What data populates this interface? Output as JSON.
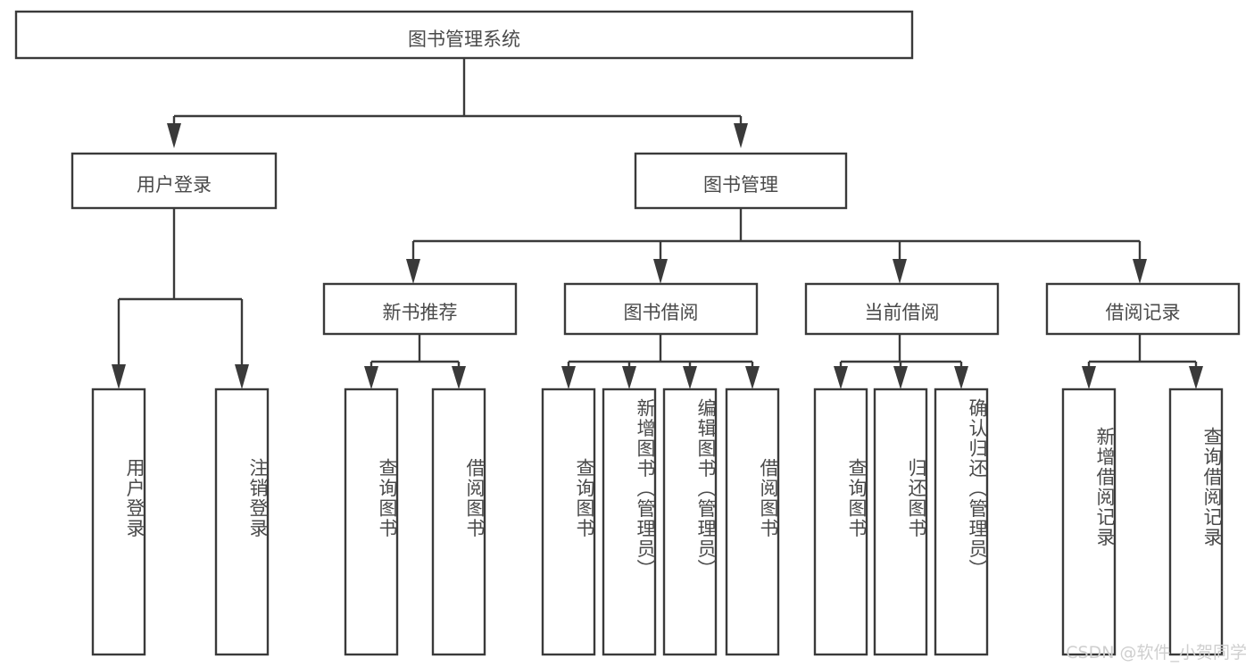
{
  "diagram": {
    "type": "tree",
    "title": "图书管理系统",
    "watermark": "CSDN @软件_小贺同学",
    "colors": {
      "stroke": "#3a3a3a",
      "box_fill": "#ffffff",
      "text": "#4a4a4a",
      "background": "#ffffff",
      "watermark": "#cfcfcf"
    },
    "root": {
      "label": "图书管理系统"
    },
    "level2": [
      {
        "label": "用户登录"
      },
      {
        "label": "图书管理"
      }
    ],
    "level3": [
      {
        "label": "新书推荐"
      },
      {
        "label": "图书借阅"
      },
      {
        "label": "当前借阅"
      },
      {
        "label": "借阅记录"
      }
    ],
    "leaves": {
      "user_login": [
        {
          "label": "用户登录"
        },
        {
          "label": "注销登录"
        }
      ],
      "new_book_recommend": [
        {
          "label": "查询图书"
        },
        {
          "label": "借阅图书"
        }
      ],
      "book_borrow": [
        {
          "label": "查询图书"
        },
        {
          "label": "新增图书（管理员）"
        },
        {
          "label": "编辑图书（管理员）"
        },
        {
          "label": "借阅图书"
        }
      ],
      "current_borrow": [
        {
          "label": "查询图书"
        },
        {
          "label": "归还图书"
        },
        {
          "label": "确认归还（管理员）"
        }
      ],
      "borrow_record": [
        {
          "label": "新增借阅记录"
        },
        {
          "label": "查询借阅记录"
        }
      ]
    }
  }
}
